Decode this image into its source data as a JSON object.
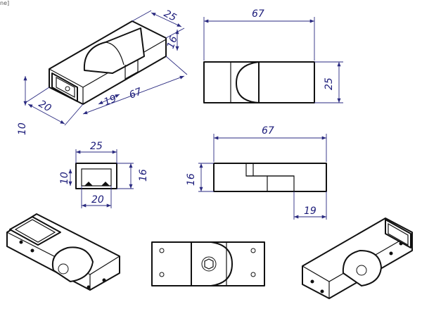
{
  "corner_label": "ne]",
  "views": {
    "iso_main": {
      "dims": {
        "width": "25",
        "height": "16",
        "length": "67",
        "slot": "19",
        "depth": "20",
        "side": "10"
      }
    },
    "top_view": {
      "dims": {
        "length": "67",
        "height": "25"
      }
    },
    "end_view": {
      "dims": {
        "width_top": "25",
        "width_bottom": "20",
        "left": "10",
        "right": "16"
      }
    },
    "front_view": {
      "dims": {
        "length": "67",
        "height": "16",
        "slot": "19"
      }
    }
  }
}
